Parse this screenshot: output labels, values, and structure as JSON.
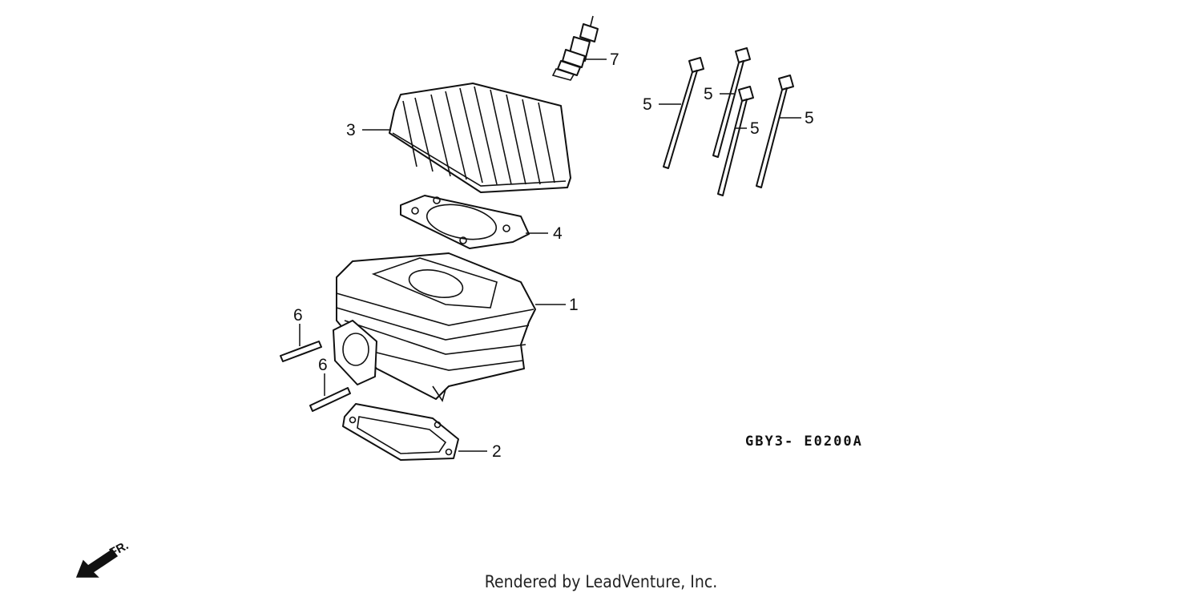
{
  "callouts": {
    "cylinder": "1",
    "base_gasket": "2",
    "cylinder_head": "3",
    "head_gasket": "4",
    "bolt_a": "5",
    "bolt_b": "5",
    "bolt_c": "5",
    "bolt_d": "5",
    "stud_upper": "6",
    "stud_lower": "6",
    "spark_plug": "7"
  },
  "diagram_code": "GBY3- E0200A",
  "front_marker": "FR.",
  "footer": "Rendered by LeadVenture, Inc."
}
